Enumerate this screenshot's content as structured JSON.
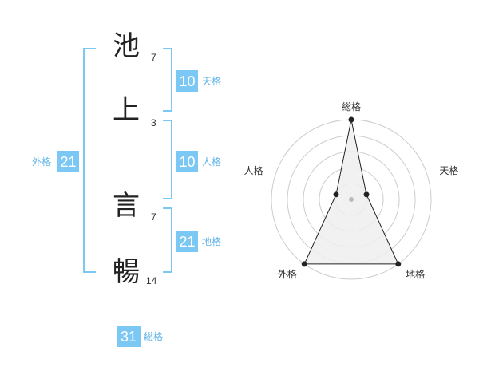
{
  "characters": [
    {
      "char": "池",
      "strokes": "7"
    },
    {
      "char": "上",
      "strokes": "3"
    },
    {
      "char": "言",
      "strokes": "7"
    },
    {
      "char": "暢",
      "strokes": "14"
    }
  ],
  "fortunes": {
    "tenkaku": {
      "label": "天格",
      "value": "10"
    },
    "jinkaku": {
      "label": "人格",
      "value": "10"
    },
    "chikaku": {
      "label": "地格",
      "value": "21"
    },
    "gaikaku": {
      "label": "外格",
      "value": "21"
    },
    "soukaku": {
      "label": "総格",
      "value": "31"
    }
  },
  "chart_data": {
    "type": "radar",
    "axes": [
      "総格",
      "天格",
      "地格",
      "外格",
      "人格"
    ],
    "values": [
      5,
      1,
      5,
      5,
      1
    ],
    "max": 5,
    "grid_rings": 5,
    "colors": {
      "fill": "#eeeeee",
      "line": "#222222",
      "grid": "#cccccc",
      "center": "#bbbbbb"
    }
  },
  "colors": {
    "accent": "#7cc8f4",
    "label": "#5db3e8"
  }
}
